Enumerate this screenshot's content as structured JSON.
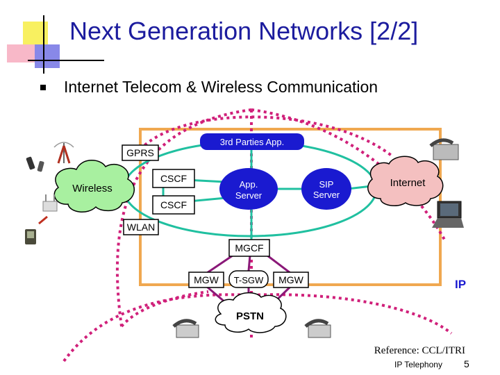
{
  "slide": {
    "title": "Next Generation Networks [2/2]",
    "bullet": "Internet Telecom & Wireless Communication",
    "reference": "Reference: CCL/ITRI",
    "footer_label": "IP Telephony",
    "page_number": "5"
  },
  "diagram": {
    "nodes": {
      "gprs": "GPRS",
      "wireless": "Wireless",
      "cscf_top": "CSCF",
      "cscf_bottom": "CSCF",
      "third_party": "3rd Parties App.",
      "app_server": [
        "App.",
        "Server"
      ],
      "sip_server": [
        "SIP",
        "Server"
      ],
      "internet": "Internet",
      "wlan": "WLAN",
      "mgcf": "MGCF",
      "mgw_left": "MGW",
      "tsgw": "T-SGW",
      "mgw_right": "MGW",
      "pstn": "PSTN",
      "ip": "IP"
    },
    "icons": [
      "antenna-tower-icon",
      "cell-phone-icon",
      "cell-phone-icon",
      "access-point-icon",
      "pda-icon",
      "desk-phone-icon",
      "laptop-icon",
      "desk-phone-icon",
      "desk-phone-icon"
    ],
    "colors": {
      "core_box": "#f0a850",
      "ring": "#d0207a",
      "link_teal": "#20c0a0",
      "link_purple": "#8a1878",
      "node_blue": "#1a1ad0",
      "cloud_green": "#a8f0a0",
      "cloud_pink": "#f4c0c0",
      "title": "#1c1c9e"
    }
  }
}
